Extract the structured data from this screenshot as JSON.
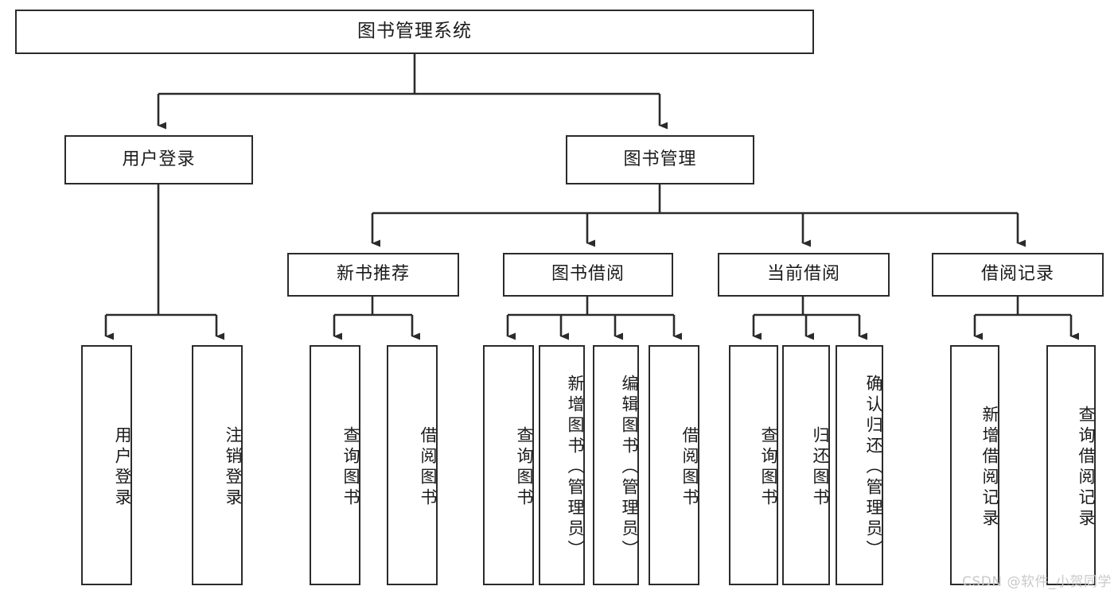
{
  "diagram": {
    "type": "tree-hierarchy",
    "title": "图书管理系统",
    "root": {
      "label": "图书管理系统"
    },
    "level2": [
      {
        "label": "用户登录"
      },
      {
        "label": "图书管理"
      }
    ],
    "level3": [
      {
        "label": "新书推荐"
      },
      {
        "label": "图书借阅"
      },
      {
        "label": "当前借阅"
      },
      {
        "label": "借阅记录"
      }
    ],
    "leaves": [
      {
        "label": "用户登录",
        "parent": "用户登录"
      },
      {
        "label": "注销登录",
        "parent": "用户登录"
      },
      {
        "label": "查询图书",
        "parent": "新书推荐"
      },
      {
        "label": "借阅图书",
        "parent": "新书推荐"
      },
      {
        "label": "查询图书",
        "parent": "图书借阅"
      },
      {
        "label": "新增图书（管理员）",
        "parent": "图书借阅"
      },
      {
        "label": "编辑图书（管理员）",
        "parent": "图书借阅"
      },
      {
        "label": "借阅图书",
        "parent": "图书借阅"
      },
      {
        "label": "查询图书",
        "parent": "当前借阅"
      },
      {
        "label": "归还图书",
        "parent": "当前借阅"
      },
      {
        "label": "确认归还（管理员）",
        "parent": "当前借阅"
      },
      {
        "label": "新增借阅记录",
        "parent": "借阅记录"
      },
      {
        "label": "查询借阅记录",
        "parent": "借阅记录"
      }
    ]
  },
  "watermark": {
    "text": "CSDN @软件_小贺同学"
  },
  "colors": {
    "stroke": "#2b2b2b",
    "fill": "#ffffff",
    "text": "#1b1b1b",
    "watermark": "#c9c9c9"
  }
}
